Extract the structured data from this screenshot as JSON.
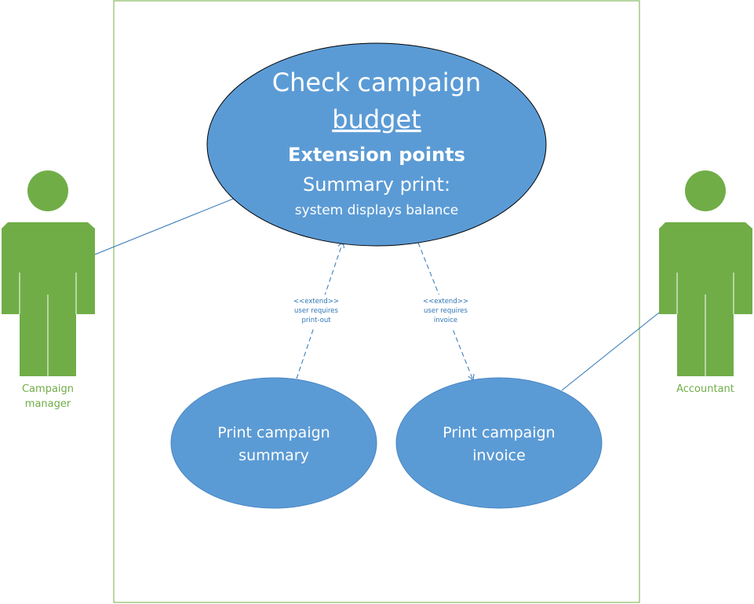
{
  "colors": {
    "boundary": "#70ad47",
    "actor": "#70ad47",
    "usecase_fill": "#5b9bd5",
    "usecase_stroke_main": "#000000",
    "usecase_stroke": "#4a87c4",
    "line": "#2e74b5"
  },
  "main_usecase": {
    "line1": "Check campaign",
    "line2": "budget",
    "line3": "Extension points",
    "line4": "Summary print:",
    "line5": "system displays balance"
  },
  "usecases": {
    "summary": {
      "line1": "Print campaign",
      "line2": "summary"
    },
    "invoice": {
      "line1": "Print campaign",
      "line2": "invoice"
    }
  },
  "actors": {
    "campaign_manager": {
      "line1": "Campaign",
      "line2": "manager",
      "icon": "person-icon"
    },
    "accountant": {
      "line1": "Accountant",
      "icon": "person-icon"
    }
  },
  "relations": {
    "extend_summary": {
      "stereotype": "<<extend>>",
      "line1": "user requires",
      "line2": "print-out"
    },
    "extend_invoice": {
      "stereotype": "<<extend>>",
      "line1": "user requires",
      "line2": "invoice"
    }
  }
}
